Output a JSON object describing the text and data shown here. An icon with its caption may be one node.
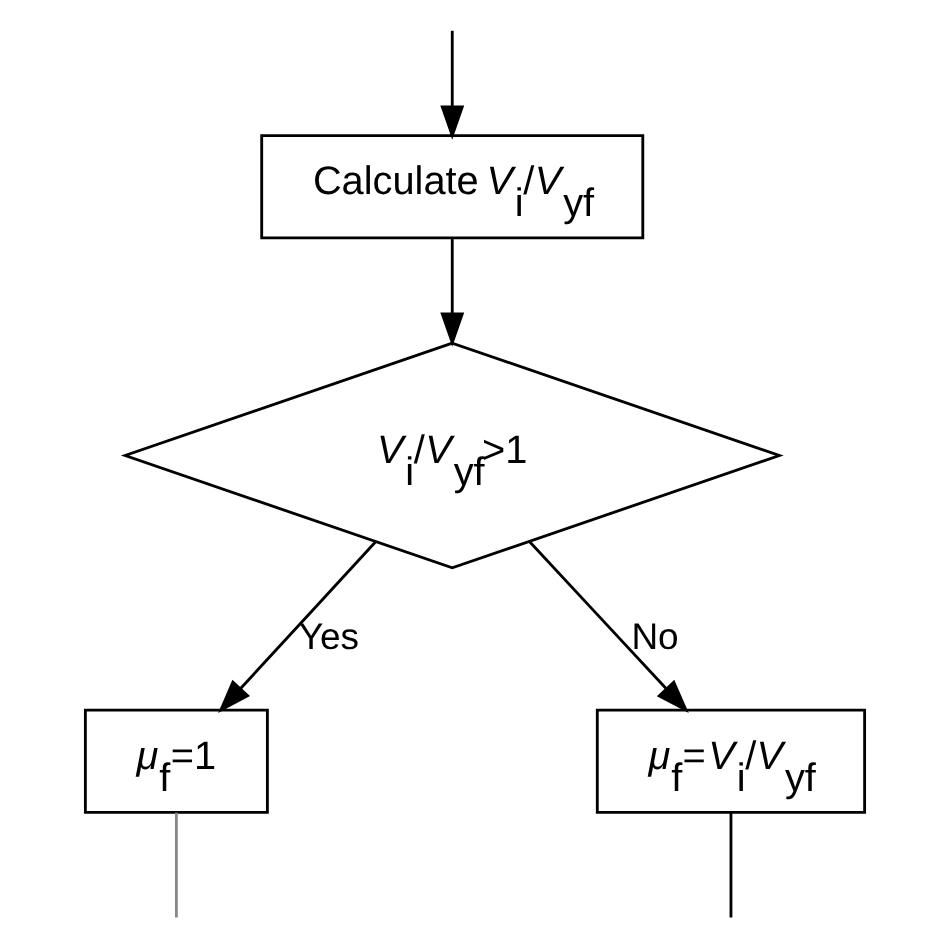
{
  "diagram": {
    "nodes": [
      {
        "text": [
          "Calculate *V*$_{i}$/*V*$_{yf}$"
        ]
      },
      {
        "text": [
          "*V*$_{i}$/*V*$_{yf}$>1"
        ]
      },
      {
        "text": [
          "*μ*$_{f}$=*V*$_{i}$/*V*$_{yf}$"
        ]
      },
      {
        "text": [
          "*μ*$_{f}$=1"
        ]
      }
    ],
    "edges": [
      {
        "from": null,
        "to": 0,
        "arrow": "to"
      },
      {
        "from": 0,
        "to": 1,
        "arrow": "to"
      },
      {
        "from": 1,
        "to": 2,
        "arrow": "to",
        "label": "No"
      },
      {
        "from": 1,
        "to": 3,
        "arrow": "to",
        "label": "Yes"
      },
      {
        "from": 3,
        "to": null,
        "arrow": "none",
        "color": "#888888"
      },
      {
        "from": 2,
        "to": null,
        "arrow": "none"
      }
    ]
  }
}
